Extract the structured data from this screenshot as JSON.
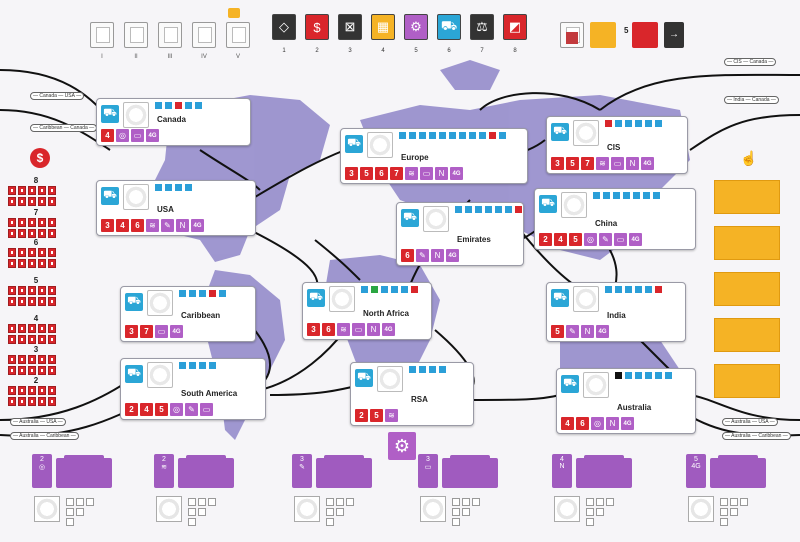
{
  "top_slots": [
    "I",
    "II",
    "III",
    "IV",
    "V"
  ],
  "tech_tiles": [
    {
      "num": "1",
      "icon": "◇",
      "color": "#333333"
    },
    {
      "num": "2",
      "icon": "$",
      "color": "#d9262b"
    },
    {
      "num": "3",
      "icon": "⊠",
      "color": "#333333"
    },
    {
      "num": "4",
      "icon": "▦",
      "color": "#f5b325"
    },
    {
      "num": "5",
      "icon": "⚙",
      "color": "#b05fc6"
    },
    {
      "num": "6",
      "icon": "⛟",
      "color": "#2ba6d6"
    },
    {
      "num": "7",
      "icon": "⚖",
      "color": "#333333"
    },
    {
      "num": "8",
      "icon": "◩",
      "color": "#d9262b"
    }
  ],
  "top_right_value": "5",
  "route_labels": [
    "— Canada — USA —",
    "— Caribbean — Canada —",
    "— CIS — Canada —",
    "— India — Canada —",
    "— Australia — USA —",
    "— Australia — Caribbean —",
    "— Australia — USA —",
    "— Australia — Caribbean —"
  ],
  "money_track": [
    "8",
    "7",
    "6",
    "5",
    "4",
    "3",
    "2"
  ],
  "regions": [
    {
      "name": "Canada",
      "nums": [
        "4"
      ],
      "icons": [
        "◎",
        "▭",
        "4G"
      ]
    },
    {
      "name": "USA",
      "nums": [
        "3",
        "4",
        "6"
      ],
      "icons": [
        "≋",
        "✎",
        "N",
        "4G"
      ]
    },
    {
      "name": "Caribbean",
      "nums": [
        "3",
        "7"
      ],
      "icons": [
        "▭",
        "4G"
      ]
    },
    {
      "name": "South America",
      "nums": [
        "2",
        "4",
        "5"
      ],
      "icons": [
        "◎",
        "✎",
        "▭"
      ]
    },
    {
      "name": "Europe",
      "nums": [
        "3",
        "5",
        "6",
        "7"
      ],
      "icons": [
        "≋",
        "▭",
        "N",
        "4G"
      ]
    },
    {
      "name": "Emirates",
      "nums": [
        "6"
      ],
      "icons": [
        "✎",
        "N",
        "4G"
      ]
    },
    {
      "name": "North Africa",
      "nums": [
        "3",
        "6"
      ],
      "icons": [
        "≋",
        "▭",
        "N",
        "4G"
      ]
    },
    {
      "name": "RSA",
      "nums": [
        "2",
        "5"
      ],
      "icons": [
        "≋"
      ]
    },
    {
      "name": "CIS",
      "nums": [
        "3",
        "5",
        "7"
      ],
      "icons": [
        "≋",
        "▭",
        "N",
        "4G"
      ]
    },
    {
      "name": "China",
      "nums": [
        "2",
        "4",
        "5"
      ],
      "icons": [
        "◎",
        "✎",
        "▭",
        "4G"
      ]
    },
    {
      "name": "India",
      "nums": [
        "5"
      ],
      "icons": [
        "✎",
        "N",
        "4G"
      ]
    },
    {
      "name": "Australia",
      "nums": [
        "4",
        "6"
      ],
      "icons": [
        "◎",
        "N",
        "4G"
      ]
    }
  ],
  "trays": [
    {
      "num": "2",
      "icon": "◎"
    },
    {
      "num": "2",
      "icon": "≋"
    },
    {
      "num": "3",
      "icon": "✎"
    },
    {
      "num": "3",
      "icon": "▭"
    },
    {
      "num": "4",
      "icon": "N"
    },
    {
      "num": "5",
      "icon": "4G"
    }
  ],
  "icons": {
    "money": "dollar-icon",
    "hand": "hand-icon",
    "settings": "gear-icon"
  },
  "colors": {
    "red": "#d9262b",
    "purple": "#b05fc6",
    "blue": "#2ba6d6",
    "yellow": "#f5b325",
    "map": "#8f86c9"
  }
}
